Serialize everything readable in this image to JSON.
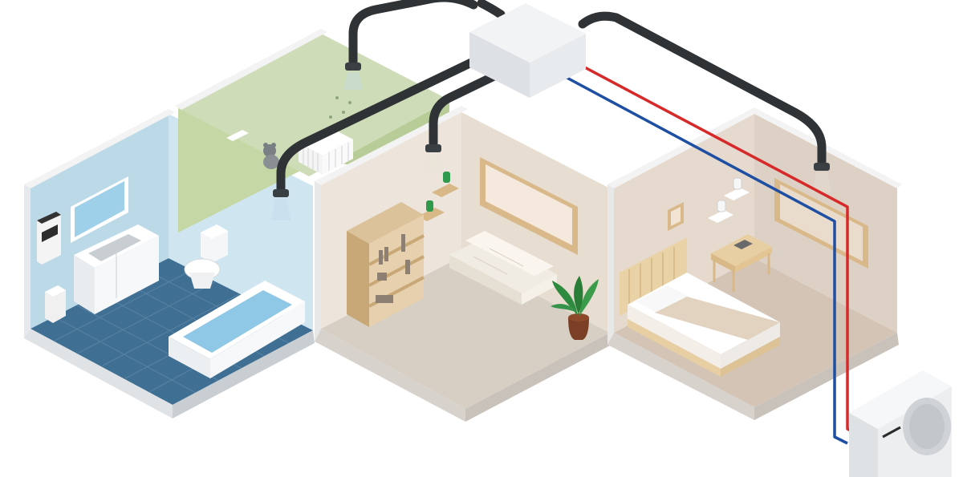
{
  "colors": {
    "background": "#ffffff",
    "duct": "#2f3336",
    "duct_port": "#3a3f43",
    "hot_line": "#d62a2a",
    "cold_line": "#1f4fa3",
    "central_unit": "#e4e7ea",
    "outdoor_unit": "#e9ebee",
    "bathroom_floor": "#3f6f93",
    "bathroom_wall": "#bcd9e8",
    "nursery_wall": "#c4d7a4",
    "living_floor": "#d8cfc4",
    "living_wall": "#ede5db",
    "bedroom_floor": "#d3c4b6",
    "bedroom_wall": "#e6dacf",
    "wall_edge": "#f3f3f3"
  },
  "rooms": [
    {
      "id": "bathroom",
      "icon": "bathtub-icon"
    },
    {
      "id": "nursery",
      "icon": "crib-icon"
    },
    {
      "id": "living-room",
      "icon": "sofa-icon"
    },
    {
      "id": "bedroom",
      "icon": "bed-icon"
    }
  ],
  "devices": [
    {
      "id": "central-air-handler",
      "icon": "air-handler-icon"
    },
    {
      "id": "outdoor-unit",
      "icon": "fan-icon"
    }
  ]
}
